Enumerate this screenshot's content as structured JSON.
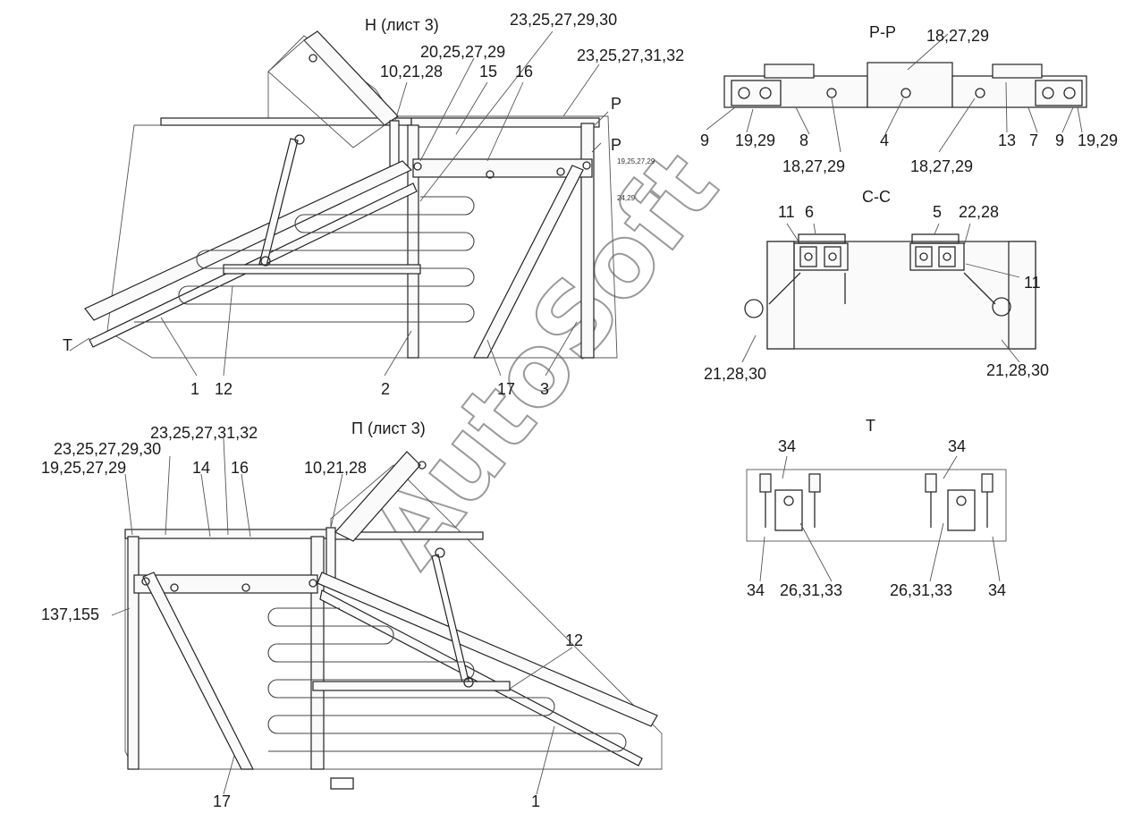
{
  "watermark": "AutoSoft",
  "views": {
    "top_left": {
      "title": "Н (лист 3)",
      "callouts": [
        "23,25,27,29,30",
        "20,25,27,29",
        "10,21,28",
        "15",
        "16",
        "23,25,27,31,32",
        "Р",
        "Р",
        "Т",
        "1",
        "12",
        "2",
        "17",
        "3"
      ],
      "small_labels": [
        "19,25,27,29",
        "24,29"
      ]
    },
    "section_pp": {
      "title": "Р-Р",
      "callouts": [
        "18,27,29",
        "9",
        "19,29",
        "8",
        "4",
        "13",
        "7",
        "9",
        "19,29",
        "18,27,29",
        "18,27,29"
      ]
    },
    "section_cc": {
      "title": "С-С",
      "callouts": [
        "11",
        "6",
        "5",
        "22,28",
        "11",
        "21,28,30",
        "21,28,30"
      ]
    },
    "bottom_left": {
      "title": "П (лист 3)",
      "callouts": [
        "23,25,27,31,32",
        "23,25,27,29,30",
        "19,25,27,29",
        "14",
        "16",
        "10,21,28",
        "137,155",
        "12",
        "17",
        "1"
      ]
    },
    "view_t": {
      "title": "Т",
      "callouts": [
        "34",
        "34",
        "34",
        "26,31,33",
        "26,31,33",
        "34"
      ]
    }
  }
}
